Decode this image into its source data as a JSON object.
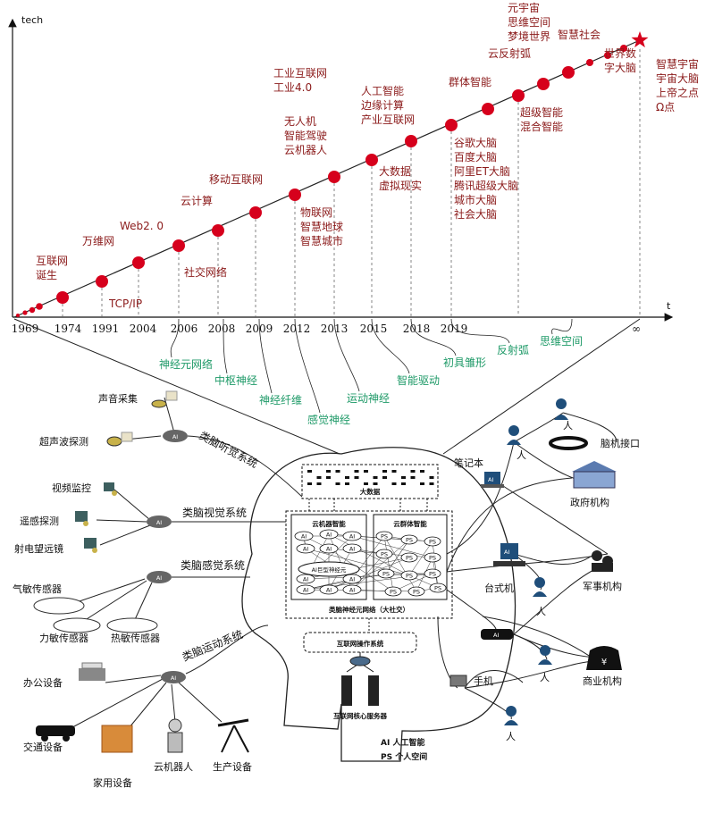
{
  "axis": {
    "y_label": "tech",
    "x_label": "t"
  },
  "years": [
    "1969",
    "1974",
    "1991",
    "2004",
    "2006",
    "2008",
    "2009",
    "2012",
    "2013",
    "2015",
    "2018",
    "2019",
    "∞"
  ],
  "milestones": [
    {
      "label": "互联网\n诞生"
    },
    {
      "label": "TCP/IP"
    },
    {
      "label": "万维网"
    },
    {
      "label": "Web2. 0"
    },
    {
      "label": "社交网络"
    },
    {
      "label": "云计算"
    },
    {
      "label": "移动互联网"
    },
    {
      "label": "物联网\n智慧地球\n智慧城市"
    },
    {
      "label": "无人机\n智能驾驶\n云机器人"
    },
    {
      "label": "工业互联网\n工业4.0"
    },
    {
      "label": "大数据\n虚拟现实"
    },
    {
      "label": "人工智能\n边缘计算\n产业互联网"
    },
    {
      "label": "谷歌大脑\n百度大脑\n阿里ET大脑\n腾讯超级大脑\n城市大脑\n社会大脑"
    },
    {
      "label": "群体智能"
    },
    {
      "label": "超级智能\n混合智能"
    },
    {
      "label": "云反射弧"
    },
    {
      "label": "元宇宙\n思维空间\n梦境世界"
    },
    {
      "label": "智慧社会"
    },
    {
      "label": "世界数\n字大脑"
    },
    {
      "label": "智慧宇宙\n宇宙大脑\n上帝之点\nΩ点"
    }
  ],
  "stages": [
    "神经元网络",
    "中枢神经",
    "神经纤维",
    "感觉神经",
    "运动神经",
    "智能驱动",
    "初具雏形",
    "反射弧",
    "思维空间"
  ],
  "left_systems": {
    "hearing": {
      "label": "类脑听觉系统",
      "hub": "AI",
      "devices": [
        "声音采集",
        "超声波探测"
      ]
    },
    "vision": {
      "label": "类脑视觉系统",
      "hub": "AI",
      "devices": [
        "视频监控",
        "遥感探测",
        "射电望远镜"
      ]
    },
    "sensation": {
      "label": "类脑感觉系统",
      "hub": "AI",
      "devices": [
        "气敏传感器",
        "力敏传感器",
        "热敏传感器"
      ]
    },
    "motion": {
      "label": "类脑运动系统",
      "hub": "AI",
      "devices": [
        "办公设备",
        "交通设备",
        "家用设备",
        "云机器人",
        "生产设备"
      ]
    }
  },
  "brain": {
    "big_data": "大数据",
    "cloud_machine": "云机器智能",
    "cloud_group": "云群体智能",
    "ai_giant": "AI巨型神经元",
    "network": "类脑神经元网络（大社交）",
    "os": "互联网操作系统",
    "server": "互联网核心服务器",
    "ai_node": "AI",
    "ps_node": "PS"
  },
  "right_nodes": {
    "notebook": "笔记本",
    "person": "人",
    "bci": "脑机接口",
    "gov": "政府机构",
    "military": "军事机构",
    "desktop": "台式机",
    "phone": "手机",
    "business": "商业机构",
    "ai": "AI"
  },
  "legend": {
    "ai": "AI  人工智能",
    "ps": "PS  个人空间"
  },
  "colors": {
    "milestone": "#d6001c",
    "milestone_text": "#8b1a1a",
    "stage_text": "#1f9a68",
    "line": "#222222"
  }
}
